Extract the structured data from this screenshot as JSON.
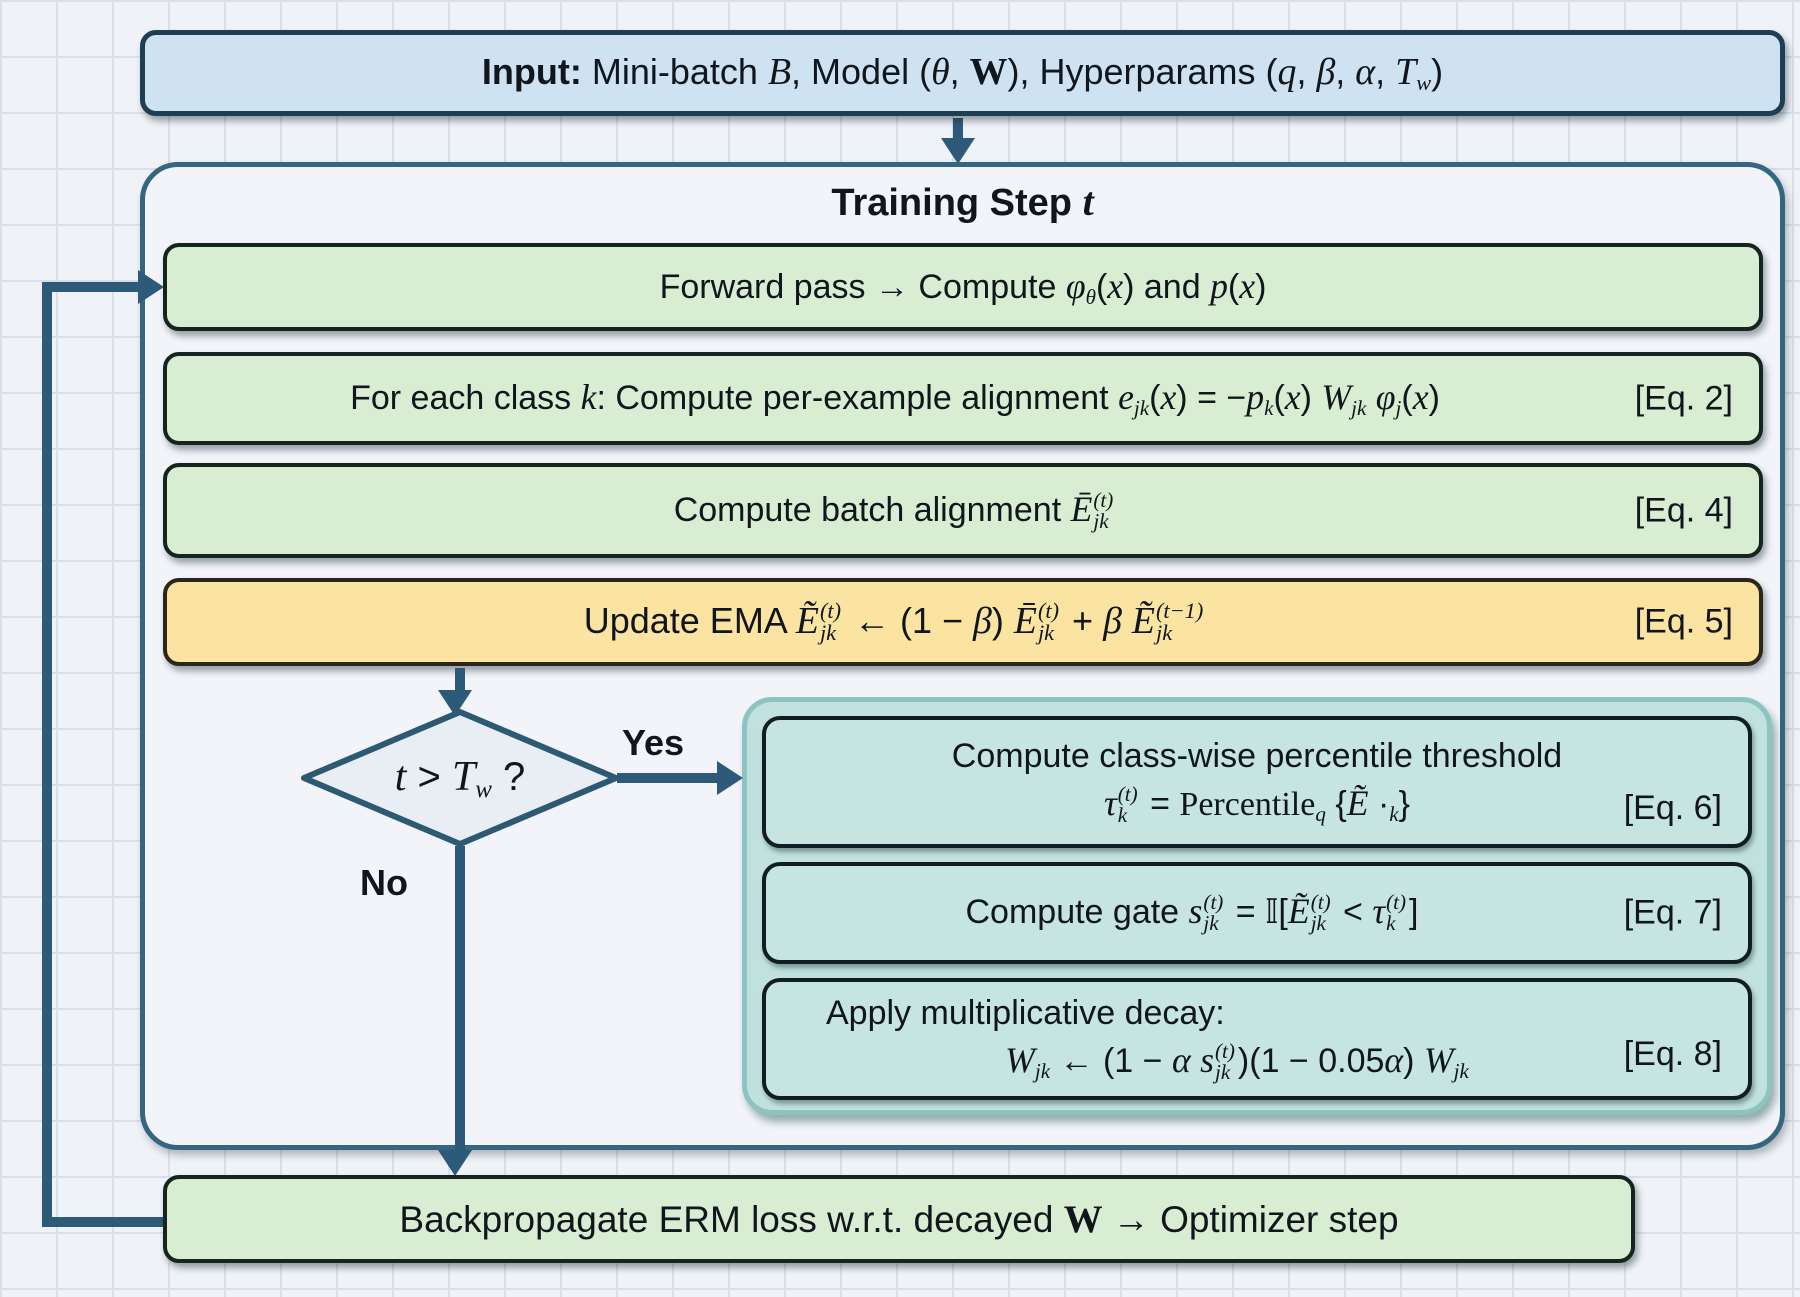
{
  "input_box": {
    "text": "**Input:** Mini-batch *B*, Model (*θ*, #W#), Hyperparams (*q*, *β*, *α*, *T*_{w})"
  },
  "container": {
    "title": "Training Step *t*"
  },
  "steps": [
    {
      "text": "Forward pass → Compute *φ*_{θ}(*x*) and *p*(*x*)",
      "eq": ""
    },
    {
      "text": "For each class *k*: Compute per-example alignment *e*_{jk}(*x*) = −*p*_{k}(*x*) *W*_{jk} *φ*_{j}(*x*)",
      "eq": "[Eq. 2]"
    },
    {
      "text": "Compute batch alignment *Ē*^{(t)}_{jk}",
      "eq": "[Eq. 4]"
    },
    {
      "text": "Update EMA *Ẽ*^{(t)}_{jk} ← (1 − *β*) *Ē*^{(t)}_{jk} + *β* *Ẽ*^{(t−1)}_{jk}",
      "eq": "[Eq. 5]"
    }
  ],
  "decision": {
    "question": "*t* > *T*_{w} ?",
    "yes_label": "Yes",
    "no_label": "No"
  },
  "gate_group": {
    "boxes": [
      {
        "line1": "Compute class-wise percentile threshold",
        "line2": "*τ*^{(t)}_{k} = ~Percentile~_{q} {*Ẽ* ·_{k}}",
        "eq": "[Eq. 6]"
      },
      {
        "line1": "",
        "line2": "Compute gate *s*^{(t)}_{jk} = 𝕀[*Ẽ*^{(t)}_{jk} < *τ*^{(t)}_{k}]",
        "eq": "[Eq. 7]"
      },
      {
        "line1": "Apply multiplicative decay:",
        "line2": "*W*_{jk} ← (1 − *α* *s*^{(t)}_{jk})(1 − 0.05*α*) *W*_{jk}",
        "eq": "[Eq. 8]"
      }
    ]
  },
  "output_box": {
    "text": "Backpropagate ERM loss w.r.t. decayed #W# → Optimizer step"
  },
  "colors": {
    "input_fill": "#cfe2f1",
    "container_fill": "#f2f4f9",
    "green_fill": "#d9edd2",
    "yellow_fill": "#fbe3a2",
    "teal_group_fill": "#c0e1dd",
    "teal_box_fill": "#c6e4e0",
    "diamond_fill": "#e9eef4",
    "arrow": "#2d5a78",
    "dark_border": "#15241c",
    "blue_border": "#1e3e54",
    "container_border": "#35667f"
  }
}
